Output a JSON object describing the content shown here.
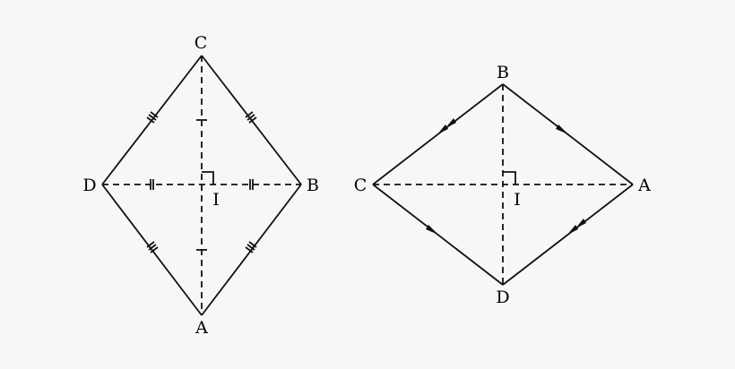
{
  "colors": {
    "background": "#f7f7f7",
    "stroke": "#111111"
  },
  "figure_left": {
    "vertices": {
      "C": "C",
      "B": "B",
      "A": "A",
      "D": "D"
    },
    "center_label": "I"
  },
  "figure_right": {
    "vertices": {
      "B": "B",
      "A": "A",
      "D": "D",
      "C": "C"
    },
    "center_label": "I"
  }
}
